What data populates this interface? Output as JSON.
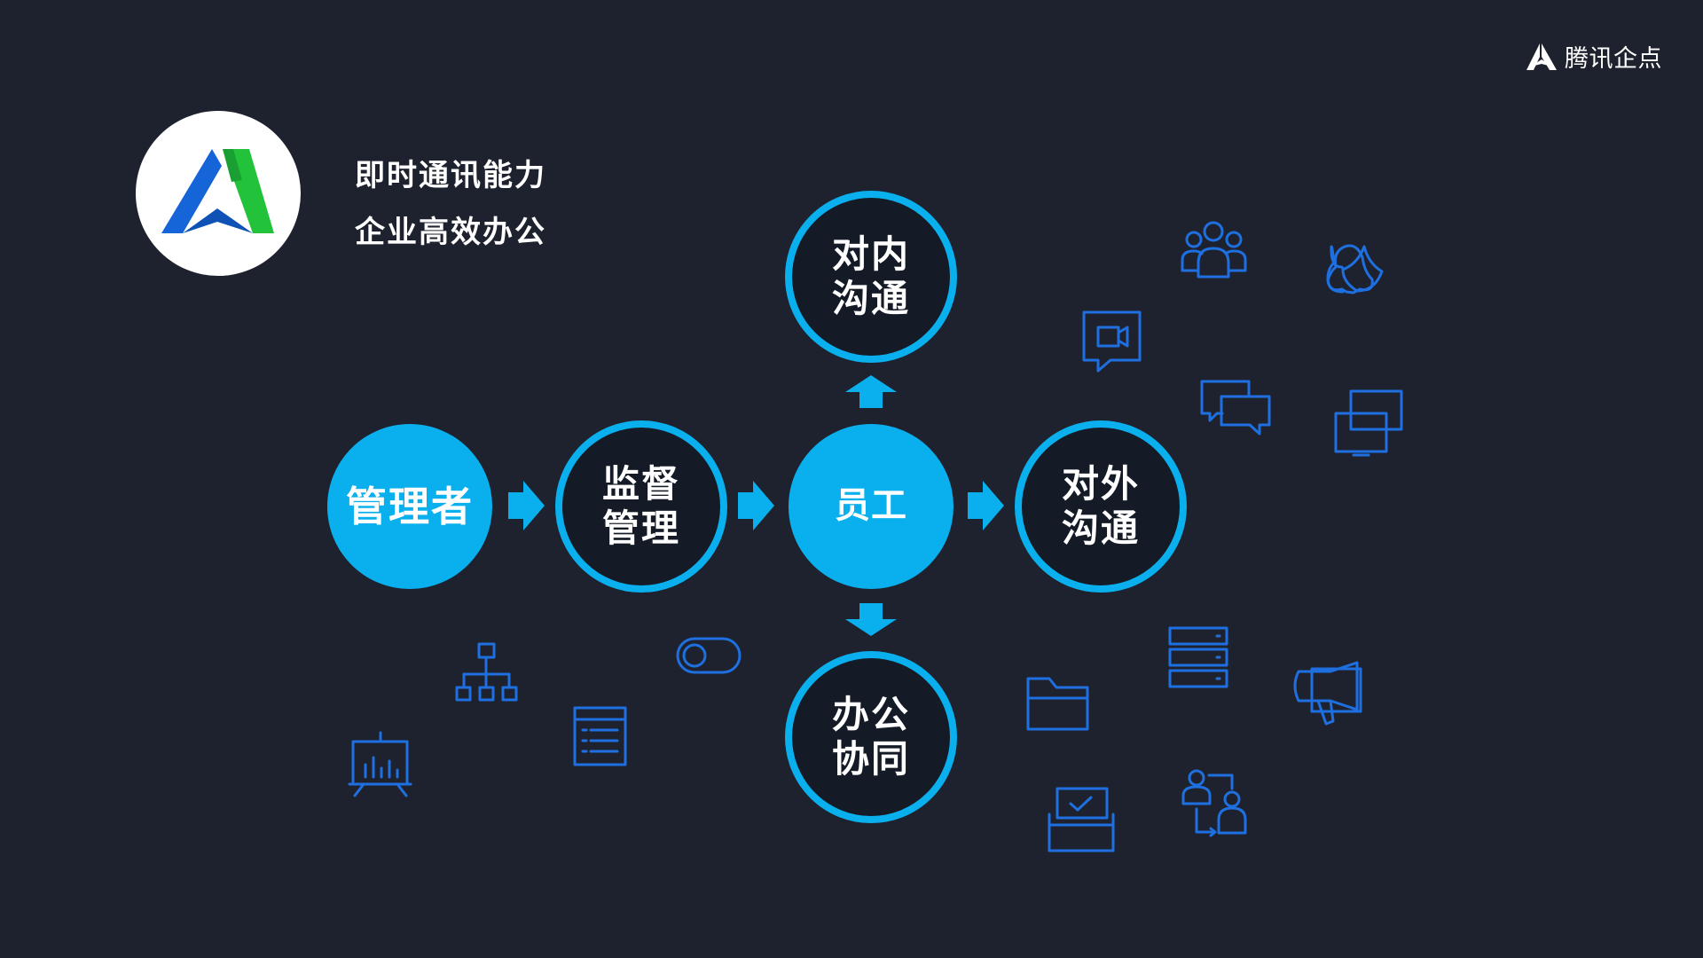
{
  "brand": {
    "name": "腾讯企点",
    "logo_icon": "tencent-qidian-logo-icon"
  },
  "tagline": {
    "line1": "即时通讯能力",
    "line2": "企业高效办公"
  },
  "nodes": {
    "manager": {
      "label": "管理者"
    },
    "supervise": {
      "line1": "监督",
      "line2": "管理"
    },
    "employee": {
      "label": "员工"
    },
    "internal": {
      "line1": "对内",
      "line2": "沟通"
    },
    "external": {
      "line1": "对外",
      "line2": "沟通"
    },
    "office": {
      "line1": "办公",
      "line2": "协同"
    }
  },
  "colors": {
    "background": "#1e222e",
    "accent": "#0ab0ee",
    "icon_blue": "#1e6fe0",
    "logo_blue": "#1565d8",
    "logo_green": "#22c33a"
  },
  "icons": [
    "org-chart-icon",
    "presentation-board-icon",
    "toggle-switch-icon",
    "document-list-icon",
    "group-users-icon",
    "penguin-qq-icon",
    "video-chat-icon",
    "chat-bubbles-icon",
    "multi-screen-icon",
    "folder-icon",
    "server-stack-icon",
    "megaphone-icon",
    "inbox-tray-icon",
    "user-transfer-icon"
  ]
}
